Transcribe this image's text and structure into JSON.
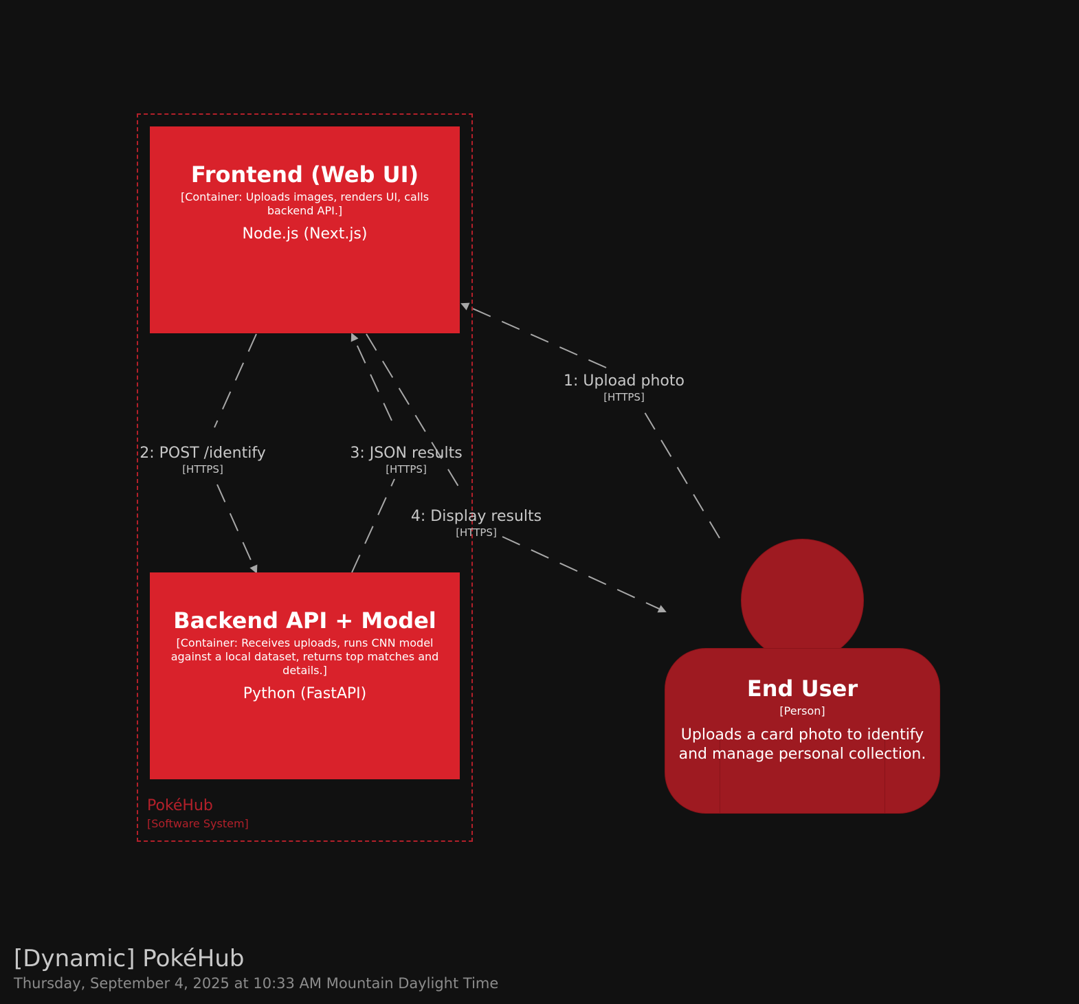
{
  "boundary": {
    "name": "PokéHub",
    "kind": "[Software System]"
  },
  "frontend": {
    "title": "Frontend (Web UI)",
    "description": "[Container: Uploads images, renders UI, calls backend API.]",
    "technology": "Node.js (Next.js)"
  },
  "backend": {
    "title": "Backend API + Model",
    "description": "[Container: Receives uploads, runs CNN model against a local dataset, returns top matches and details.]",
    "technology": "Python (FastAPI)"
  },
  "person": {
    "title": "End User",
    "kind": "[Person]",
    "description": "Uploads a card photo to identify and manage personal collection."
  },
  "relationships": [
    {
      "step": "1: Upload photo",
      "technology": "[HTTPS]"
    },
    {
      "step": "2: POST /identify",
      "technology": "[HTTPS]"
    },
    {
      "step": "3: JSON results",
      "technology": "[HTTPS]"
    },
    {
      "step": "4: Display results",
      "technology": "[HTTPS]"
    }
  ],
  "footer": {
    "title": "[Dynamic] PokéHub",
    "date": "Thursday, September 4, 2025 at 10:33 AM Mountain Daylight Time"
  },
  "colors": {
    "background": "#111111",
    "container": "#d9222b",
    "person": "#9e1a21",
    "boundary": "#b3202a",
    "arrow": "#a8a8a8"
  }
}
